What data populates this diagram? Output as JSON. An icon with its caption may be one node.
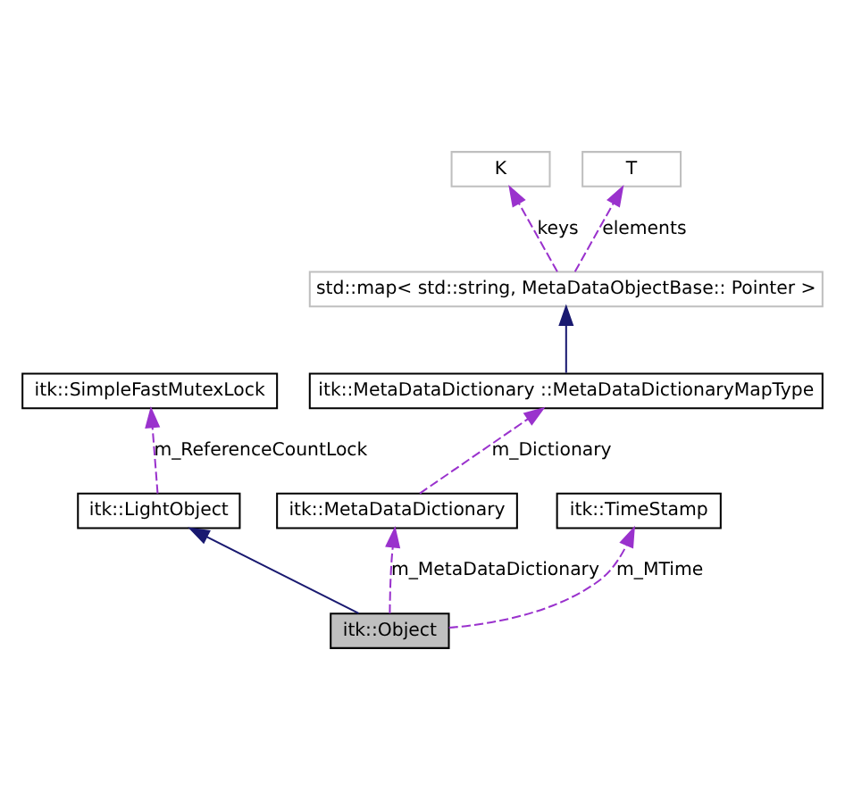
{
  "diagram": {
    "nodes": [
      {
        "text": [
          "K"
        ]
      },
      {
        "text": [
          "T"
        ]
      },
      {
        "text": [
          "std::map< std::string, MetaDataObjectBase:: Pointer >"
        ]
      },
      {
        "text": [
          "itk::SimpleFastMutexLock"
        ]
      },
      {
        "text": [
          "itk::MetaDataDictionary ::MetaDataDictionaryMapType"
        ]
      },
      {
        "text": [
          "itk::LightObject"
        ]
      },
      {
        "text": [
          "itk::MetaDataDictionary"
        ]
      },
      {
        "text": [
          "itk::TimeStamp"
        ]
      },
      {
        "text": [
          "itk::Object"
        ]
      }
    ],
    "edges": [
      {
        "from": 2,
        "to": 0,
        "arrow": "to",
        "label": "keys",
        "style": "dashed"
      },
      {
        "from": 2,
        "to": 1,
        "arrow": "to",
        "label": "elements",
        "style": "dashed"
      },
      {
        "from": 4,
        "to": 2,
        "arrow": "to",
        "color": "#191970"
      },
      {
        "from": 5,
        "to": 3,
        "arrow": "to",
        "label": "m_ReferenceCountLock",
        "style": "dashed"
      },
      {
        "from": 6,
        "to": 4,
        "arrow": "to",
        "label": "m_Dictionary",
        "style": "dashed"
      },
      {
        "from": 8,
        "to": 5,
        "arrow": "to",
        "color": "#191970"
      },
      {
        "from": 8,
        "to": 6,
        "arrow": "to",
        "label": "m_MetaDataDictionary",
        "style": "dashed"
      },
      {
        "from": 8,
        "to": 7,
        "arrow": "to",
        "label": "m_MTime",
        "style": "dashed"
      }
    ]
  }
}
